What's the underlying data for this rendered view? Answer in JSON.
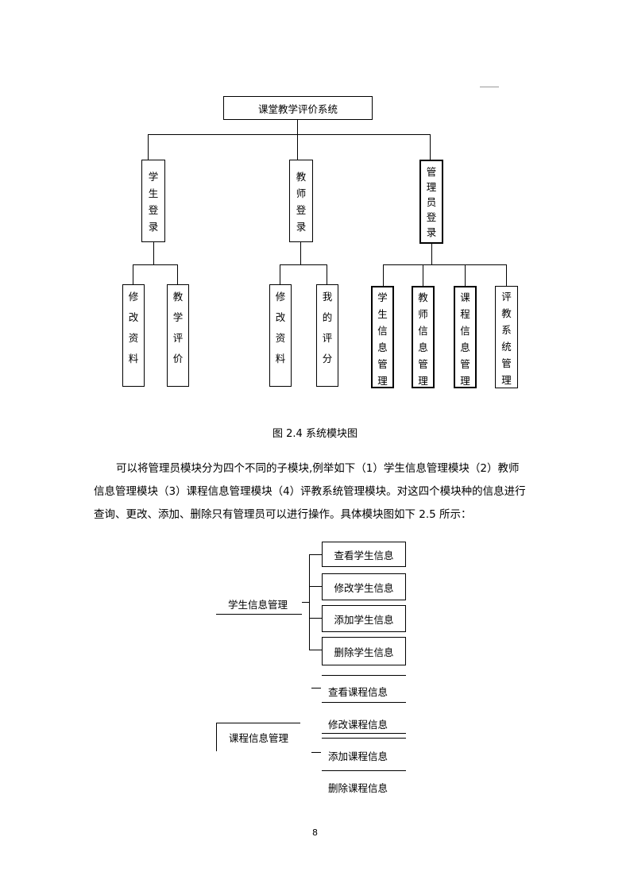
{
  "diagram1": {
    "root": "课堂教学评价系统",
    "level1": [
      {
        "label": "学生登录",
        "children": [
          "修改资料",
          "教学评价"
        ]
      },
      {
        "label": "教师登录",
        "children": [
          "修改资料",
          "我的评分"
        ]
      },
      {
        "label": "管理员登录",
        "children": [
          "学生信息管理",
          "教师信息管理",
          "课程信息管理",
          "评教系统管理"
        ]
      }
    ]
  },
  "caption": "图 2.4  系统模块图",
  "paragraph": {
    "lines": [
      "可以将管理员模块分为四个不同的子模块,例举如下（1）学生信息管理模块（2）教师",
      "信息管理模块（3）课程信息管理模块（4）评教系统管理模块。对这四个模块种的信息进行",
      "查询、更改、添加、删除只有管理员可以进行操作。具体模块图如下 2.5 所示："
    ]
  },
  "diagram2": {
    "student": {
      "label": "学生信息管理",
      "items": [
        "查看学生信息",
        "修改学生信息",
        "添加学生信息",
        "删除学生信息"
      ]
    },
    "course": {
      "label": "课程信息管理",
      "items": [
        "查看课程信息",
        "修改课程信息",
        "添加课程信息",
        "删除课程信息"
      ]
    }
  },
  "page_number": "8"
}
